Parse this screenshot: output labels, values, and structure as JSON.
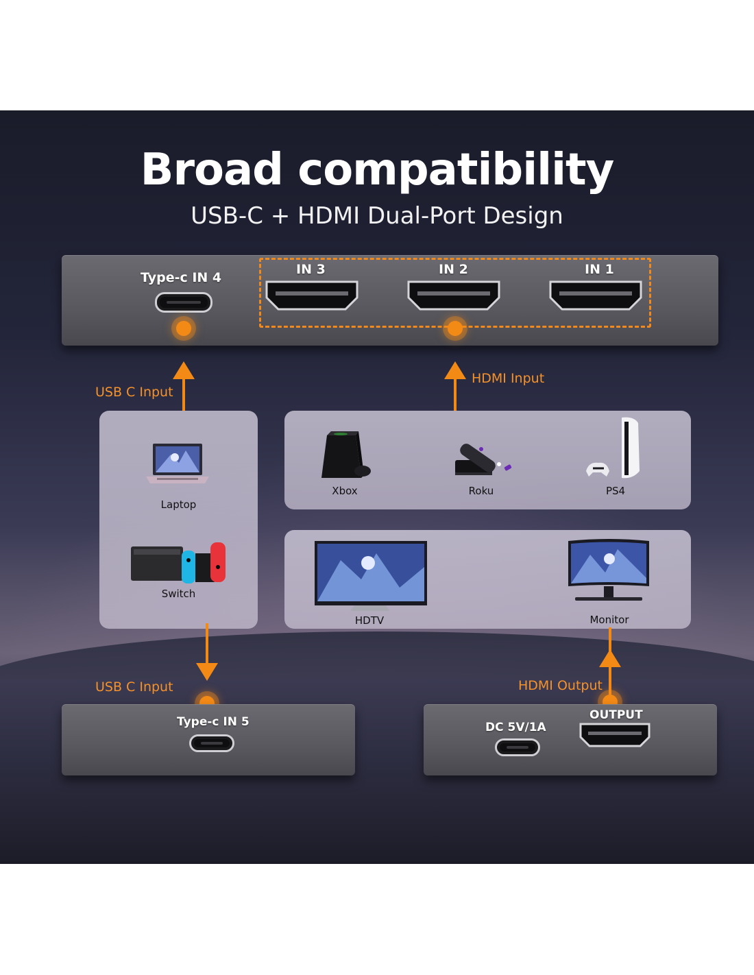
{
  "header": {
    "title": "Broad compatibility",
    "subtitle": "USB-C + HDMI Dual-Port Design"
  },
  "top_device": {
    "ports": {
      "typec_in4": "Type-c IN 4",
      "in3": "IN 3",
      "in2": "IN 2",
      "in1": "IN 1"
    }
  },
  "flows": {
    "usbc_input_top": "USB C Input",
    "hdmi_input": "HDMI Input",
    "usbc_input_bottom": "USB C Input",
    "hdmi_output": "HDMI Output"
  },
  "usbc_sources": {
    "items": [
      {
        "label": "Laptop",
        "icon": "laptop-icon"
      },
      {
        "label": "Switch",
        "icon": "game-console-switch-icon"
      }
    ]
  },
  "hdmi_sources": {
    "items": [
      {
        "label": "Xbox",
        "icon": "xbox-console-icon"
      },
      {
        "label": "Roku",
        "icon": "roku-streamer-icon"
      },
      {
        "label": "PS4",
        "icon": "playstation-console-icon"
      }
    ]
  },
  "displays": {
    "items": [
      {
        "label": "HDTV",
        "icon": "tv-icon"
      },
      {
        "label": "Monitor",
        "icon": "monitor-icon"
      }
    ]
  },
  "bottom_left_device": {
    "port": "Type-c IN 5"
  },
  "bottom_right_device": {
    "power": "DC 5V/1A",
    "output": "OUTPUT"
  },
  "colors": {
    "accent": "#f48a16",
    "device": "#5e5e64",
    "panel": "#d3cddd"
  }
}
